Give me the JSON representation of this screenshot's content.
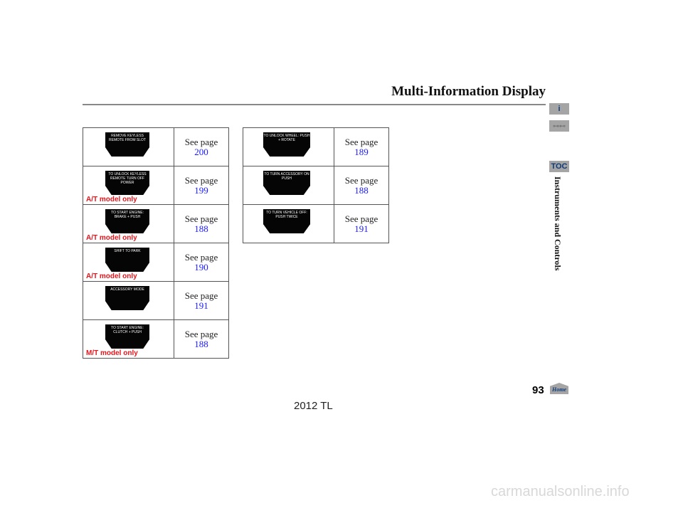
{
  "header": {
    "title": "Multi-Information Display",
    "section": "Instruments and Controls",
    "page_number": "93",
    "model": "2012 TL",
    "watermark": "carmanualsonline.info"
  },
  "nav": {
    "info": "i",
    "toc": "TOC",
    "home": "Home"
  },
  "see_page_label": "See page",
  "left_table": [
    {
      "display": "REMOVE KEYLESS REMOTE FROM SLOT",
      "page": "200",
      "note": ""
    },
    {
      "display": "TO UNLOCK KEYLESS REMOTE TURN OFF POWER",
      "page": "199",
      "note": "A/T model only"
    },
    {
      "display": "TO START ENGINE: BRAKE + PUSH",
      "page": "188",
      "note": "A/T model only"
    },
    {
      "display": "SHIFT TO PARK",
      "page": "190",
      "note": "A/T model only"
    },
    {
      "display": "ACCESSORY MODE",
      "page": "191",
      "note": ""
    },
    {
      "display": "TO START ENGINE: CLUTCH + PUSH",
      "page": "188",
      "note": "M/T model only"
    }
  ],
  "right_table": [
    {
      "display": "TO UNLOCK WHEEL: PUSH + ROTATE",
      "page": "189"
    },
    {
      "display": "TO TURN ACCESSORY ON PUSH",
      "page": "188"
    },
    {
      "display": "TO TURN VEHICLE OFF: PUSH TWICE",
      "page": "191"
    }
  ]
}
